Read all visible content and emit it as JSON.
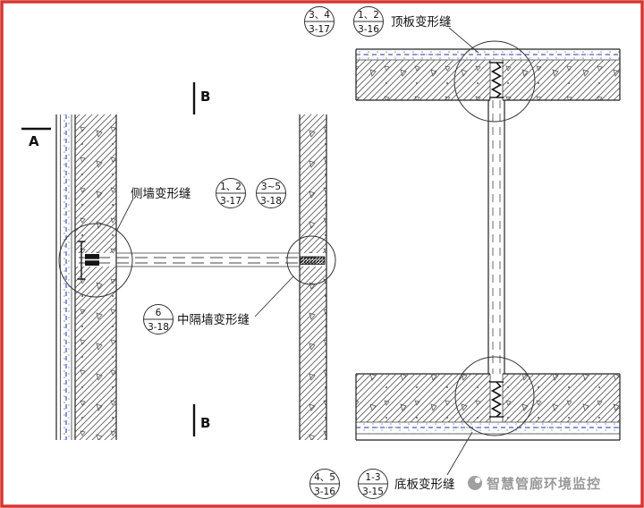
{
  "drawing": {
    "labels": {
      "top_slab_joint": "顶板变形缝",
      "side_wall_joint": "侧墙变形缝",
      "partition_wall_joint": "中隔墙变形缝",
      "bottom_slab_joint": "底板变形缝"
    },
    "callouts": {
      "top_a": {
        "num": "3、4",
        "sheet": "3-17"
      },
      "top_b": {
        "num": "1、2",
        "sheet": "3-16"
      },
      "side_a": {
        "num": "1、2",
        "sheet": "3-17"
      },
      "side_b": {
        "num": "3~5",
        "sheet": "3-18"
      },
      "partition": {
        "num": "6",
        "sheet": "3-18"
      },
      "bottom_a": {
        "num": "4、5",
        "sheet": "3-16"
      },
      "bottom_b": {
        "num": "1-3",
        "sheet": "3-15"
      }
    },
    "section_marks": {
      "a": "A",
      "b_top": "B",
      "b_bottom": "B"
    },
    "watermark": {
      "text": "智慧管廊环境监控"
    },
    "colors": {
      "frame_border": "#d6362e",
      "line": "#333333",
      "waterproof_blue": "#4a5fc1",
      "seal_black": "#141414",
      "watermark_gray": "#9a9a9a",
      "background": "#ffffff"
    }
  }
}
